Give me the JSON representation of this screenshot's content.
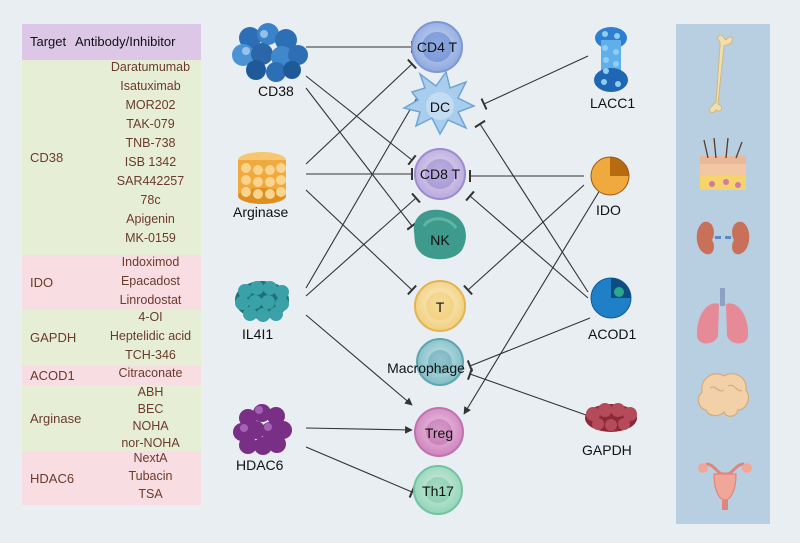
{
  "table": {
    "header": {
      "target": "Target",
      "inhibitor": "Antibody/Inhibitor"
    },
    "groups": [
      {
        "target": "CD38",
        "items": [
          "Daratumumab",
          "Isatuximab",
          "MOR202",
          "TAK-079",
          "TNB-738",
          "ISB 1342",
          "SAR442257",
          "78c",
          "Apigenin",
          "MK-0159"
        ],
        "color": "#e6efd6"
      },
      {
        "target": "IDO",
        "items": [
          "Indoximod",
          "Epacadost",
          "Linrodostat"
        ],
        "color": "#f8dde3"
      },
      {
        "target": "GAPDH",
        "items": [
          "4-OI",
          "Heptelidic acid",
          "TCH-346"
        ],
        "color": "#e6efd6"
      },
      {
        "target": "ACOD1",
        "items": [
          "Citraconate"
        ],
        "color": "#f8dde3"
      },
      {
        "target": "Arginase",
        "items": [
          "ABH",
          "BEC",
          "NOHA",
          "nor-NOHA"
        ],
        "color": "#e6efd6"
      },
      {
        "target": "HDAC6",
        "items": [
          "NextA",
          "Tubacin",
          "TSA"
        ],
        "color": "#f8dde3"
      }
    ]
  },
  "targets_left": {
    "cd38": "CD38",
    "arginase": "Arginase",
    "il4i1": "IL4I1",
    "hdac6": "HDAC6"
  },
  "targets_right": {
    "lacc1": "LACC1",
    "ido": "IDO",
    "acod1": "ACOD1",
    "gapdh": "GAPDH"
  },
  "cells": {
    "cd4t": "CD4 T",
    "dc": "DC",
    "cd8t": "CD8 T",
    "nk": "NK",
    "t": "T",
    "macrophage": "Macrophage",
    "treg": "Treg",
    "th17": "Th17"
  },
  "organs": [
    "bone-icon",
    "skin-icon",
    "kidney-icon",
    "lung-icon",
    "brain-icon",
    "uterus-icon"
  ],
  "colors": {
    "background": "#e8eef2",
    "organ_panel": "#b7cfe0",
    "header": "#dcc7e6",
    "green_row": "#e6efd6",
    "pink_row": "#f8dde3",
    "text": "#6b3a2a"
  }
}
